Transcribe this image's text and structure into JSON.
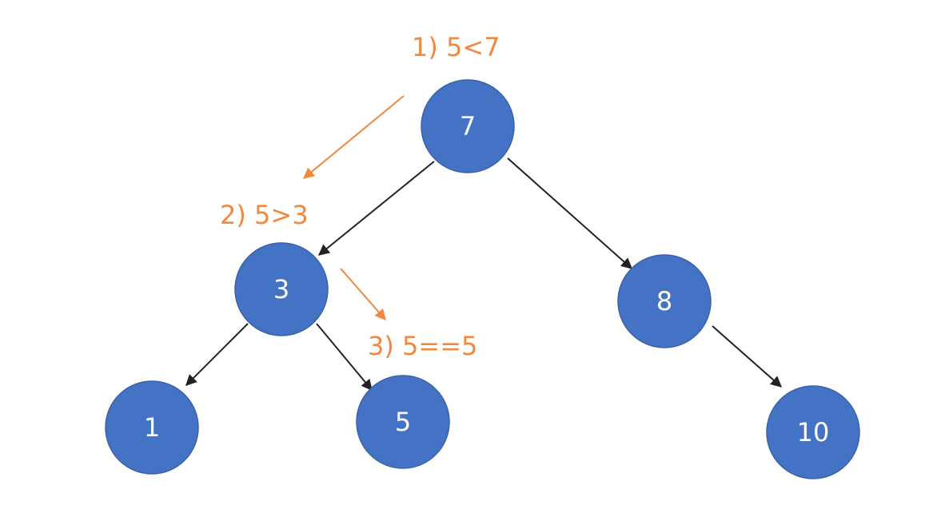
{
  "diagram": {
    "nodes": [
      {
        "id": "n7",
        "label": "7"
      },
      {
        "id": "n3",
        "label": "3"
      },
      {
        "id": "n8",
        "label": "8"
      },
      {
        "id": "n1",
        "label": "1"
      },
      {
        "id": "n5",
        "label": "5"
      },
      {
        "id": "n10",
        "label": "10"
      }
    ],
    "edges": [
      {
        "from": "7",
        "to": "3"
      },
      {
        "from": "7",
        "to": "8"
      },
      {
        "from": "3",
        "to": "1"
      },
      {
        "from": "3",
        "to": "5"
      },
      {
        "from": "8",
        "to": "10"
      }
    ],
    "steps": [
      {
        "label": "1) 5<7"
      },
      {
        "label": "2) 5>3"
      },
      {
        "label": "3) 5==5"
      }
    ]
  },
  "colors": {
    "node_fill": "#4472c4",
    "node_text": "#ffffff",
    "edge": "#222222",
    "step": "#f0883e"
  }
}
